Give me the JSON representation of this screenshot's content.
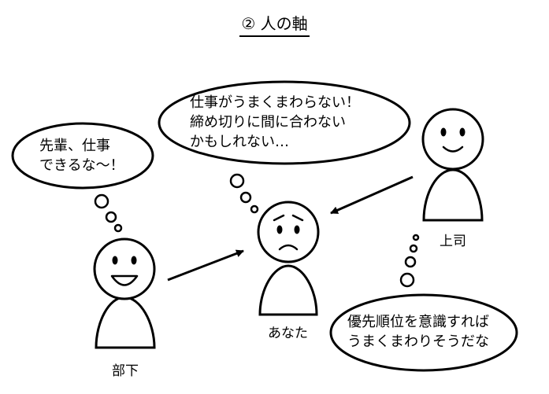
{
  "title": "② 人の軸",
  "people": {
    "subordinate": {
      "label": "部下",
      "thought": [
        "先輩、仕事",
        "できるな～！"
      ]
    },
    "you": {
      "label": "あなた",
      "thought": [
        "仕事がうまくまわらない！",
        "締め切りに間に合わない",
        "かもしれない…"
      ]
    },
    "boss": {
      "label": "上司",
      "thought": [
        "優先順位を意識すれば",
        "うまくまわりそうだな"
      ]
    }
  }
}
